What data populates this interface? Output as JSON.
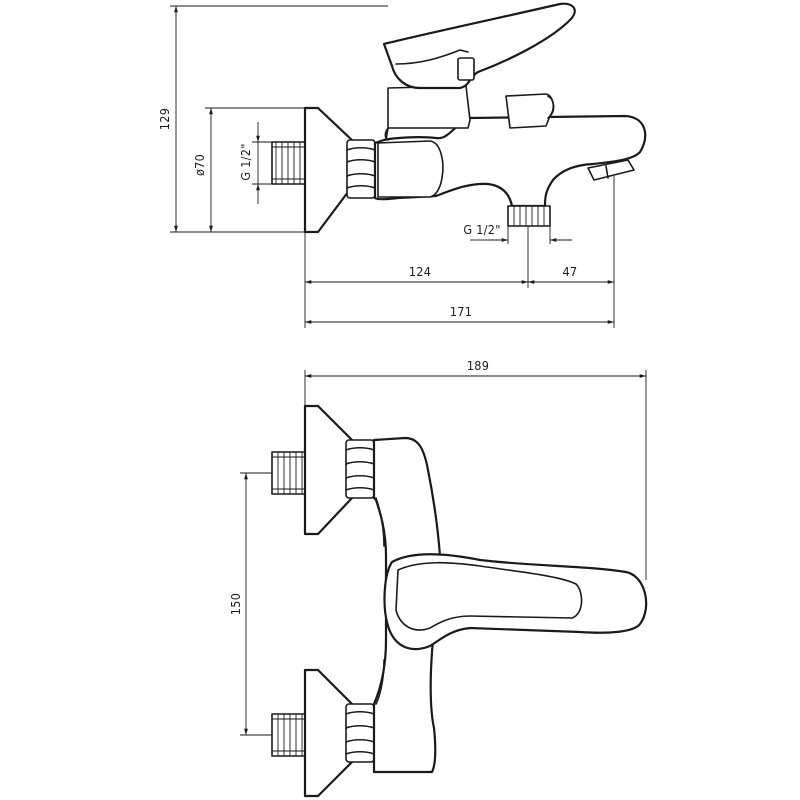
{
  "dimensions": {
    "height_total": "129",
    "rosette_diameter": "ø70",
    "inlet_thread": "G 1/2\"",
    "outlet_thread": "G 1/2\"",
    "wall_to_outlet": "124",
    "outlet_to_spout": "47",
    "projection_total": "171",
    "width_total": "189",
    "inlet_spacing": "150"
  },
  "colors": {
    "line": "#1a1a1a",
    "background": "#ffffff"
  }
}
